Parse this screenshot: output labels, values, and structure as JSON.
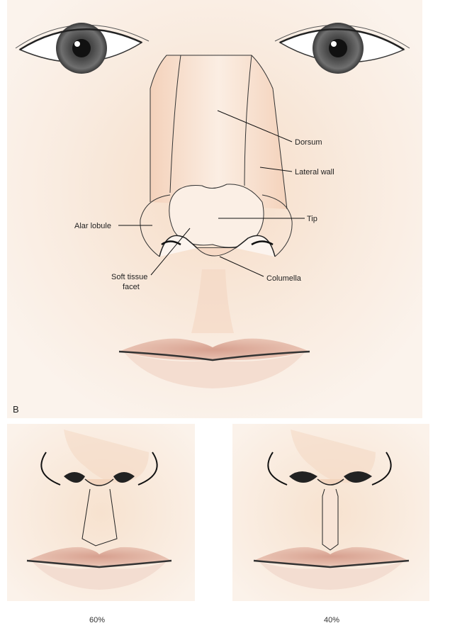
{
  "panel_label": "B",
  "labels": {
    "dorsum": "Dorsum",
    "lateral_wall": "Lateral wall",
    "tip": "Tip",
    "alar_lobule": "Alar lobule",
    "soft_tissue_facet_1": "Soft tissue",
    "soft_tissue_facet_2": "facet",
    "columella": "Columella"
  },
  "captions": {
    "left": "60%",
    "right": "40%"
  },
  "colors": {
    "skin": "#f9e9dc",
    "skin_shadow": "#f0cdb4",
    "lip": "#d9a896",
    "line": "#222222"
  }
}
